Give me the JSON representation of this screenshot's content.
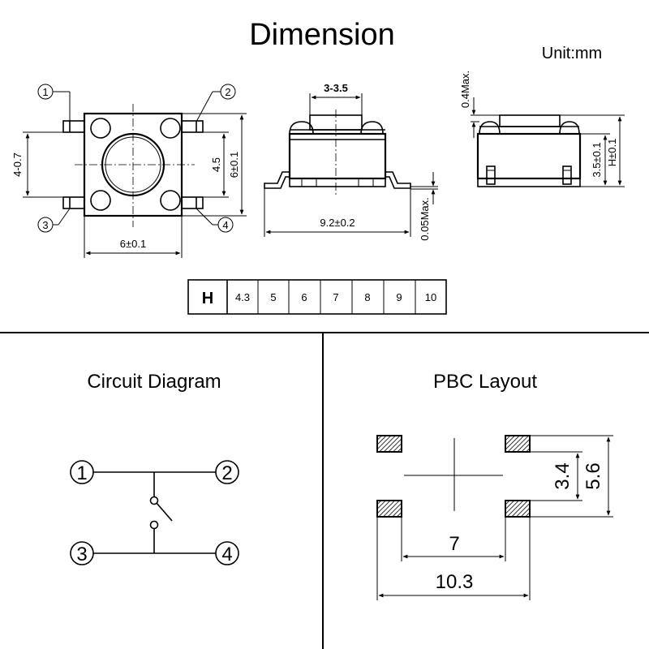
{
  "dimension": {
    "title": "Dimension",
    "unit": "Unit:mm",
    "top_view": {
      "pins": [
        "1",
        "2",
        "3",
        "4"
      ],
      "dims": {
        "pin_span": "4-0.7",
        "pitch": "4.5",
        "body_height": "6±0.1",
        "body_width": "6±0.1"
      }
    },
    "side_view": {
      "dims": {
        "actuator": "3-3.5",
        "length": "9.2±0.2",
        "standoff": "0.05Max."
      }
    },
    "end_view": {
      "dims": {
        "top": "0.4Max.",
        "body": "3.5±0.1",
        "height": "H±0.1"
      }
    },
    "height_table": {
      "header": "H",
      "values": [
        "4.3",
        "5",
        "6",
        "7",
        "8",
        "9",
        "10"
      ]
    }
  },
  "circuit": {
    "title": "Circuit Diagram",
    "pins": [
      "1",
      "2",
      "3",
      "4"
    ]
  },
  "pcb": {
    "title": "PBC Layout",
    "dims": {
      "inner_v": "3.4",
      "outer_v": "5.6",
      "inner_h": "7",
      "outer_h": "10.3"
    }
  }
}
